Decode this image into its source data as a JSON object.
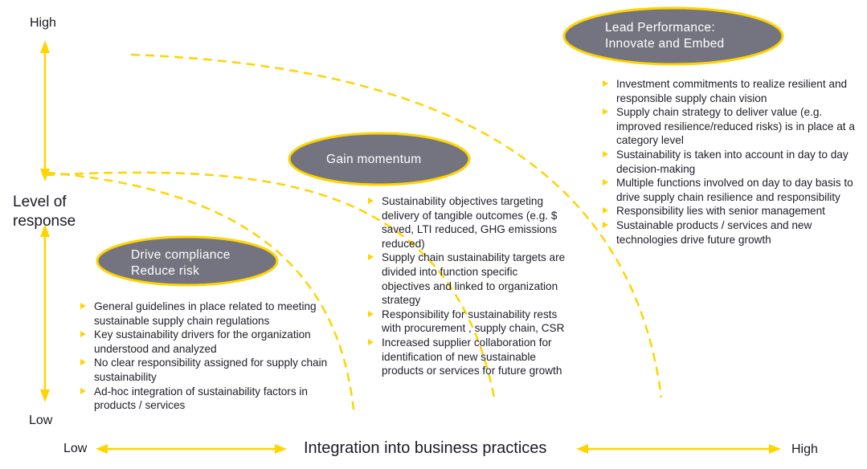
{
  "axes": {
    "y_high": "High",
    "y_low": "Low",
    "y_title_line1": "Level of",
    "y_title_line2": "response",
    "x_low": "Low",
    "x_high": "High",
    "x_title": "Integration into business practices"
  },
  "stages": [
    {
      "title_line1": "Drive compliance",
      "title_line2": "Reduce risk",
      "bullets": [
        "General guidelines in place related to meeting sustainable supply chain regulations",
        "Key sustainability drivers for the organization understood and analyzed",
        "No clear responsibility assigned for supply chain sustainability",
        "Ad-hoc integration of sustainability factors in products / services"
      ]
    },
    {
      "title_line1": "Gain momentum",
      "bullets": [
        "Sustainability objectives targeting delivery of tangible outcomes (e.g. $ saved, LTI reduced, GHG emissions reduced)",
        "Supply chain sustainability targets are divided into function specific objectives and linked to organization strategy",
        "Responsibility for sustainability rests with procurement , supply chain, CSR",
        "Increased supplier collaboration for identification of new sustainable products or services for future growth"
      ]
    },
    {
      "title_line1": "Lead Performance:",
      "title_line2": "Innovate and Embed",
      "bullets": [
        "Investment commitments to realize resilient and responsible supply chain vision",
        "Supply chain strategy to deliver value (e.g. improved resilience/reduced risks) is in place at a category level",
        "Sustainability is taken into account in day to day decision-making",
        "Multiple functions involved on day to day basis to drive supply chain resilience and responsibility",
        "Responsibility lies with senior management",
        "Sustainable products / services  and new technologies drive future growth"
      ]
    }
  ],
  "colors": {
    "accent": "#ffd400",
    "pill_fill": "#747480",
    "text": "#2e2e38"
  }
}
